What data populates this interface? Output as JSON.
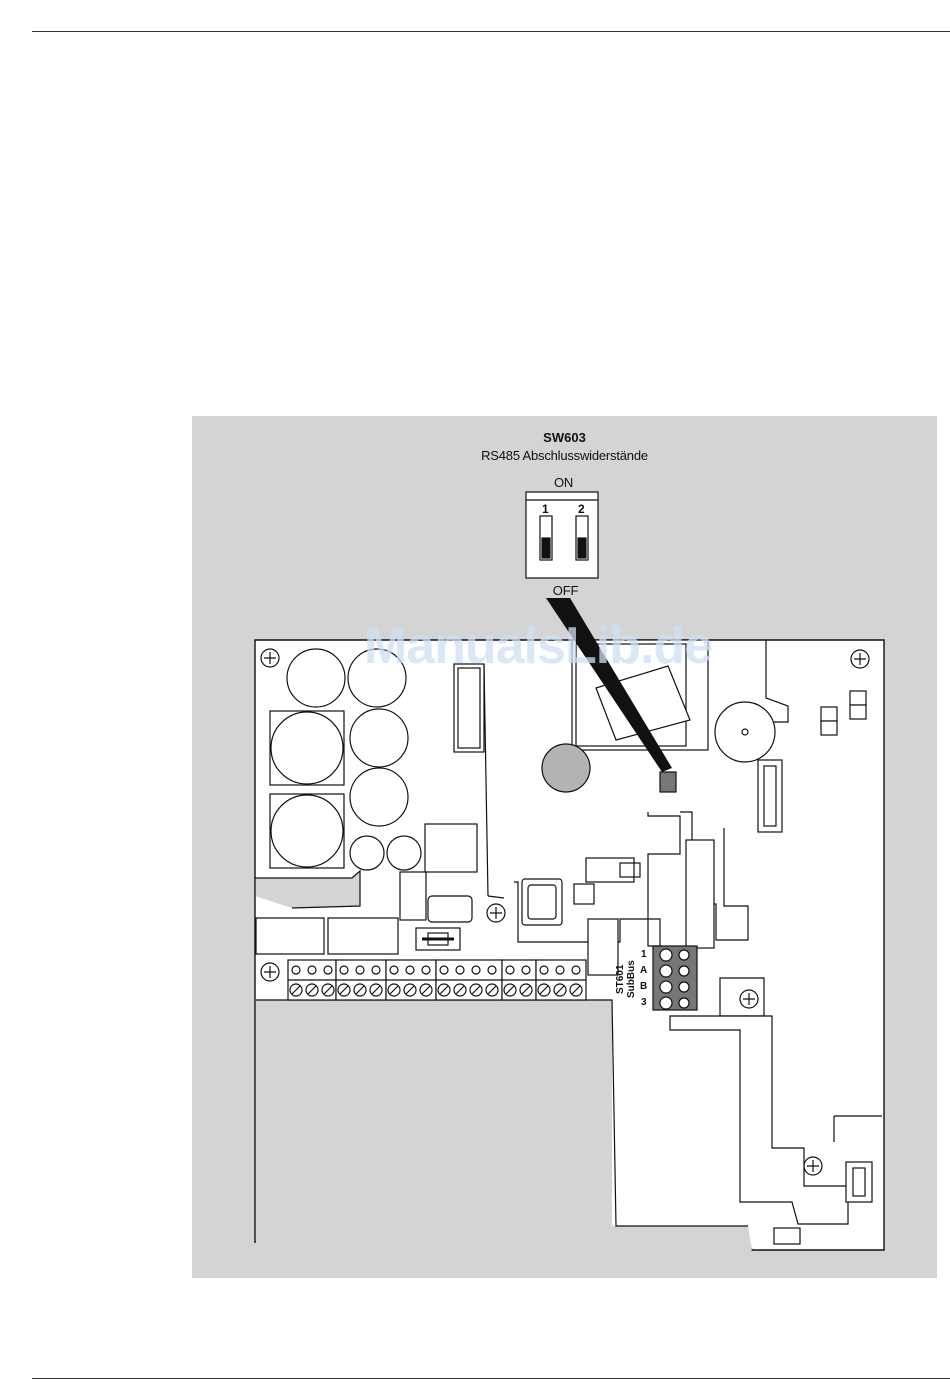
{
  "figure": {
    "switch_name": "SW603",
    "switch_description": "RS485 Abschlusswiderstände",
    "switch_on_label": "ON",
    "switch_off_label": "OFF",
    "switch_positions": [
      "1",
      "2"
    ],
    "connector_name": "ST601",
    "connector_bus_label": "SubBus",
    "terminal_labels": [
      "1",
      "A",
      "B",
      "3"
    ]
  },
  "watermark": "ManualsLib.de"
}
